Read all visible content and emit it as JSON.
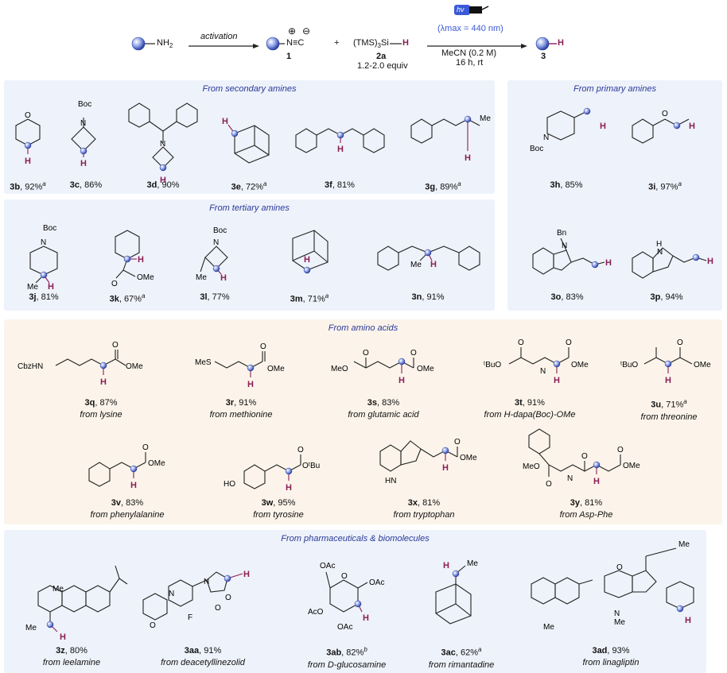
{
  "scheme": {
    "reactant_label": "NH",
    "reactant_sub": "2",
    "activation_label": "activation",
    "isocyanide_label": "N≡C",
    "isocyanide_plus": "⊕",
    "isocyanide_minus": "⊖",
    "compound1_num": "1",
    "plus_sign": "+",
    "silane_label": "(TMS)",
    "silane_sub": "3",
    "silane_tail": "Si",
    "silane_h": "H",
    "compound2a_num": "2a",
    "equiv_text": "1.2-2.0 equiv",
    "hv_label": "hν",
    "lambda_text": "(λmax = 440 nm)",
    "cond_solvent": "MeCN (0.2 M)",
    "cond_time": "16 h, rt",
    "product_h": "H",
    "product_num": "3"
  },
  "colors": {
    "accent_blue": "#3a5ad8",
    "h_magenta": "#8a1e55",
    "panel_blue": "#eef2fa",
    "panel_peach": "#fcf4ea",
    "title_blue": "#2a3a9a"
  },
  "sections": {
    "secondary": "From secondary amines",
    "primary": "From primary amines",
    "tertiary": "From tertiary amines",
    "amino_acids": "From amino acids",
    "pharma": "From pharmaceuticals & biomolecules"
  },
  "compounds": {
    "c3b": {
      "id": "3b",
      "yield": ", 92%",
      "note": "a"
    },
    "c3c": {
      "id": "3c",
      "yield": ", 86%",
      "note": ""
    },
    "c3d": {
      "id": "3d",
      "yield": ", 90%",
      "note": ""
    },
    "c3e": {
      "id": "3e",
      "yield": ", 72%",
      "note": "a"
    },
    "c3f": {
      "id": "3f",
      "yield": ", 81%",
      "note": ""
    },
    "c3g": {
      "id": "3g",
      "yield": ", 89%",
      "note": "a"
    },
    "c3h": {
      "id": "3h",
      "yield": ", 85%",
      "note": ""
    },
    "c3i": {
      "id": "3i",
      "yield": ", 97%",
      "note": "a"
    },
    "c3j": {
      "id": "3j",
      "yield": ", 81%",
      "note": ""
    },
    "c3k": {
      "id": "3k",
      "yield": ", 67%",
      "note": "a"
    },
    "c3l": {
      "id": "3l",
      "yield": ", 77%",
      "note": ""
    },
    "c3m": {
      "id": "3m",
      "yield": ", 71%",
      "note": "a"
    },
    "c3n": {
      "id": "3n",
      "yield": ", 91%",
      "note": ""
    },
    "c3o": {
      "id": "3o",
      "yield": ", 83%",
      "note": ""
    },
    "c3p": {
      "id": "3p",
      "yield": ", 94%",
      "note": ""
    },
    "c3q": {
      "id": "3q",
      "yield": ", 87%",
      "note": "",
      "source": "from lysine"
    },
    "c3r": {
      "id": "3r",
      "yield": ", 91%",
      "note": "",
      "source": "from methionine"
    },
    "c3s": {
      "id": "3s",
      "yield": ", 83%",
      "note": "",
      "source": "from glutamic acid"
    },
    "c3t": {
      "id": "3t",
      "yield": ", 91%",
      "note": "",
      "source": "from H-dapa(Boc)-OMe"
    },
    "c3u": {
      "id": "3u",
      "yield": ", 71%",
      "note": "a",
      "source": "from threonine"
    },
    "c3v": {
      "id": "3v",
      "yield": ", 83%",
      "note": "",
      "source": "from phenylalanine"
    },
    "c3w": {
      "id": "3w",
      "yield": ", 95%",
      "note": "",
      "source": "from tyrosine"
    },
    "c3x": {
      "id": "3x",
      "yield": ", 81%",
      "note": "",
      "source": "from tryptophan"
    },
    "c3y": {
      "id": "3y",
      "yield": ", 81%",
      "note": "",
      "source": "from Asp-Phe"
    },
    "c3z": {
      "id": "3z",
      "yield": ", 80%",
      "note": "",
      "source": "from leelamine"
    },
    "c3aa": {
      "id": "3aa",
      "yield": ", 91%",
      "note": "",
      "source": "from deacetyllinezolid"
    },
    "c3ab": {
      "id": "3ab",
      "yield": ", 82%",
      "note": "b",
      "source": "from D-glucosamine"
    },
    "c3ac": {
      "id": "3ac",
      "yield": ", 62%",
      "note": "a",
      "source": "from rimantadine"
    },
    "c3ad": {
      "id": "3ad",
      "yield": ", 93%",
      "note": "",
      "source": "from linagliptin"
    }
  },
  "atoms": {
    "O": "O",
    "N": "N",
    "H": "H",
    "Boc": "Boc",
    "Me": "Me",
    "OMe": "OMe",
    "Bn": "Bn",
    "NH": "NH",
    "HN": "HN",
    "CbzHN": "CbzHN",
    "MeS": "MeS",
    "MeO": "MeO",
    "tBuO": "ᵗBuO",
    "OtBu": "OᵗBu",
    "HO": "HO",
    "F": "F",
    "OAc": "OAc",
    "AcO": "AcO"
  }
}
